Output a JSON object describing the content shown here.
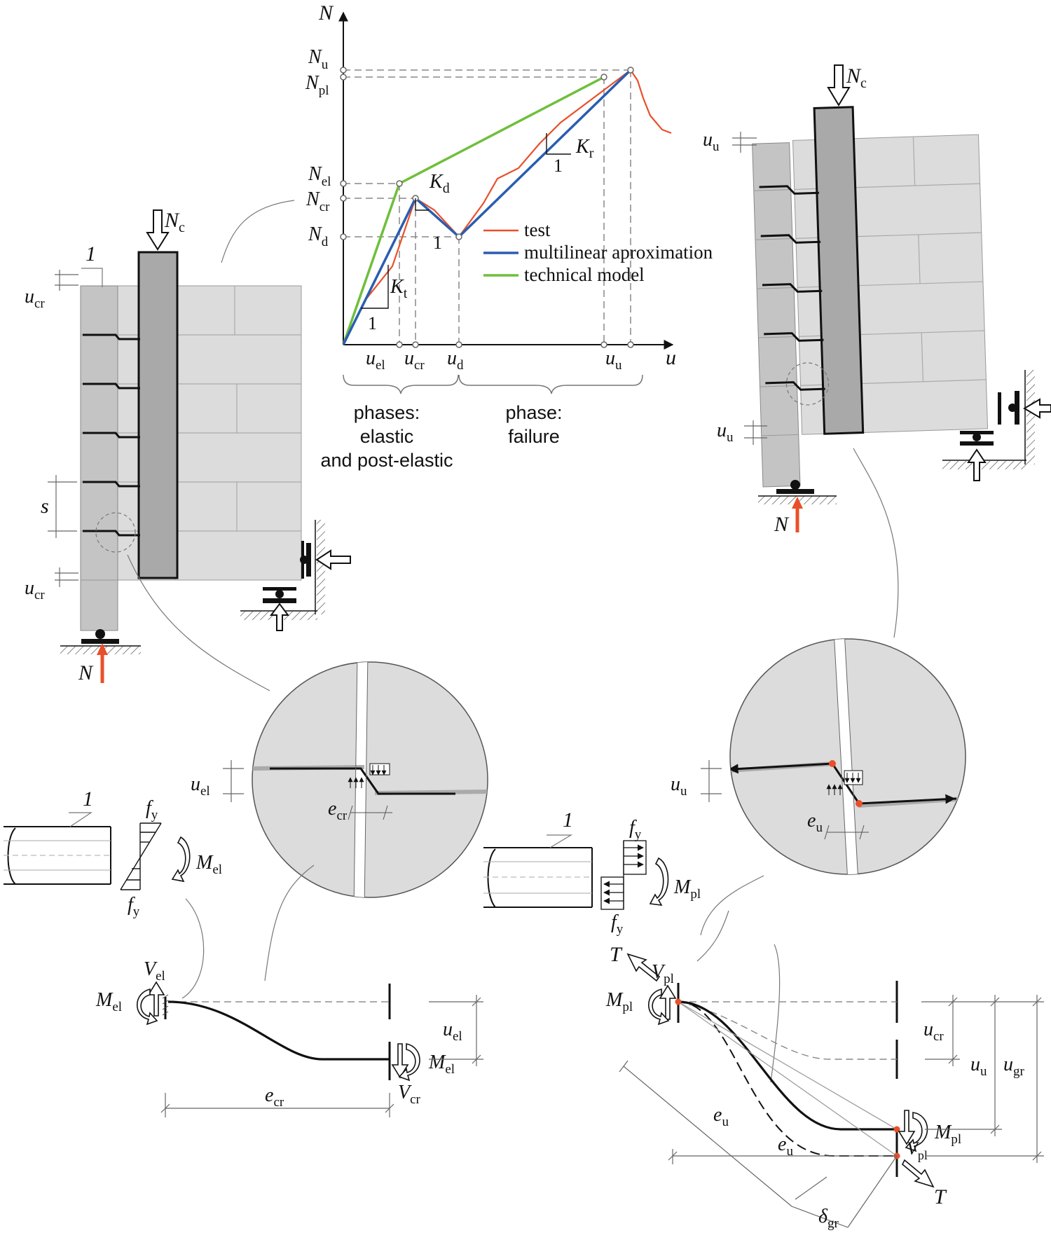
{
  "chart": {
    "axis_y": "N",
    "axis_x": "u",
    "y_labels": {
      "Nu": [
        "N",
        "u"
      ],
      "Npl": [
        "N",
        "pl"
      ],
      "Nel": [
        "N",
        "el"
      ],
      "Ncr": [
        "N",
        "cr"
      ],
      "Nd": [
        "N",
        "d"
      ]
    },
    "x_labels": {
      "uel": [
        "u",
        "el"
      ],
      "ucr": [
        "u",
        "cr"
      ],
      "ud": [
        "u",
        "d"
      ],
      "uu": [
        "u",
        "u"
      ]
    },
    "stiffness": {
      "Kt": [
        "K",
        "t"
      ],
      "Kd": [
        "K",
        "d"
      ],
      "Kr": [
        "K",
        "r"
      ],
      "one": "1"
    },
    "legend": [
      {
        "label": "test",
        "color": "#e8502a"
      },
      {
        "label": "multilinear aproximation",
        "color": "#2a5db0"
      },
      {
        "label": "technical model",
        "color": "#6fbf3c"
      }
    ],
    "phase_left": [
      "phases:",
      "elastic",
      "and post-elastic"
    ],
    "phase_right": [
      "phase:",
      "failure"
    ]
  },
  "left_wall": {
    "Nc": [
      "N",
      "c"
    ],
    "label_1": "1",
    "ucr_top": [
      "u",
      "cr"
    ],
    "s": "s",
    "ucr_bottom": [
      "u",
      "cr"
    ],
    "N": "N"
  },
  "right_wall": {
    "Nc": [
      "N",
      "c"
    ],
    "uu_top": [
      "u",
      "u"
    ],
    "uu_bottom": [
      "u",
      "u"
    ],
    "N": "N"
  },
  "left_detail": {
    "uel": [
      "u",
      "el"
    ],
    "ecr": [
      "e",
      "cr"
    ]
  },
  "right_detail": {
    "uu": [
      "u",
      "u"
    ],
    "eu": [
      "e",
      "u"
    ]
  },
  "left_section": {
    "label_1": "1",
    "fy_top": [
      "f",
      "y"
    ],
    "fy_bottom": [
      "f",
      "y"
    ],
    "Mel": [
      "M",
      "el"
    ]
  },
  "right_section": {
    "label_1": "1",
    "fy_top": [
      "f",
      "y"
    ],
    "fy_bottom": [
      "f",
      "y"
    ],
    "Mpl": [
      "M",
      "pl"
    ]
  },
  "left_beam": {
    "Vel": [
      "V",
      "el"
    ],
    "Mel_left": [
      "M",
      "el"
    ],
    "uel": [
      "u",
      "el"
    ],
    "Mel_right": [
      "M",
      "el"
    ],
    "Vcr": [
      "V",
      "cr"
    ],
    "ecr": [
      "e",
      "cr"
    ]
  },
  "right_beam": {
    "T_top": "T",
    "Vpl_top": [
      "V",
      "pl"
    ],
    "Mpl_left": [
      "M",
      "pl"
    ],
    "ucr": [
      "u",
      "cr"
    ],
    "uu": [
      "u",
      "u"
    ],
    "ugr": [
      "u",
      "gr"
    ],
    "Mpl_right": [
      "M",
      "pl"
    ],
    "Vpl_right": [
      "V",
      "pl"
    ],
    "eu_diag": [
      "e",
      "u"
    ],
    "eu_horiz": [
      "e",
      "u"
    ],
    "dgr": [
      "δ",
      "gr"
    ],
    "T_bottom": "T"
  },
  "colors": {
    "test": "#e8502a",
    "multilinear": "#2a5db0",
    "technical": "#6fbf3c",
    "wall_light": "#dcdcdc",
    "column_dark": "#a9a9a9",
    "highlight": "#e8502a"
  }
}
